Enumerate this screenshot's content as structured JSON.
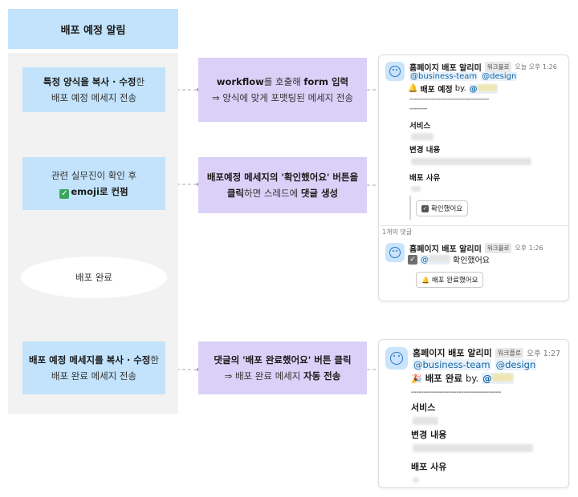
{
  "title": "배포 예정 알림",
  "flow": {
    "step1": {
      "bold": "특정 양식을 복사 · 수정",
      "suffix": "한",
      "line2": "배포 예정 메세지 전송"
    },
    "step2": {
      "line1": "관련 실무진이 확인 후",
      "emoji_label": "✅",
      "bold": "emoji로 컨펌"
    },
    "step3": {
      "label": "배포 완료"
    },
    "step4": {
      "bold": "배포 예정 메세지를 복사 · 수정",
      "suffix": "한",
      "line2": "배포 완료 메세지 전송"
    }
  },
  "notes": {
    "note1": {
      "bold": "workflow",
      "line1_rest": "를 호출해 ",
      "bold2": "form 입력",
      "line2": "⇒ 양식에 맞게 포맷팅된 메세지 전송"
    },
    "note2": {
      "bold": "배포예정 메세지의 '확인했어요' 버튼을",
      "line2_bold": "클릭",
      "line2_mid": "하면 스레드에 ",
      "line2_bold2": "댓글 생성"
    },
    "note3": {
      "line1": "댓글의 '배포 완료했어요' 버튼 클릭",
      "line2_prefix": "⇒ 배포 완료 메세지 ",
      "line2_bold": "자동 전송"
    }
  },
  "slack1": {
    "sender": "홈페이지 배포 알리미",
    "tag": "워크플로",
    "time": "오늘 오후 1:26",
    "mentions": [
      "@business-team",
      "@design"
    ],
    "headline_icon": "🔔",
    "headline": "배포 예정",
    "by": "by.",
    "at": "@",
    "dashes": "------------------------------------",
    "dashes2": "--------",
    "service_label": "서비스",
    "change_label": "변경 내용",
    "reason_label": "배포 사유",
    "confirm_button": "확인했어요",
    "reply_count": "1개의 댓글",
    "reply": {
      "sender": "홈페이지 배포 알리미",
      "tag": "워크플로",
      "time": "오후 1:26",
      "at": "@",
      "text": "확인했어요",
      "done_button": "배포 완료했어요"
    }
  },
  "slack2": {
    "sender": "홈페이지 배포 알리미",
    "tag": "워크플로",
    "time": "오후 1:27",
    "mentions": [
      "@business-team",
      "@design"
    ],
    "headline_icon": "🎉",
    "headline": "배포 완료",
    "by": "by.",
    "at": "@",
    "dashes": "------------------------------------",
    "service_label": "서비스",
    "change_label": "변경 내용",
    "reason_label": "배포 사유"
  }
}
